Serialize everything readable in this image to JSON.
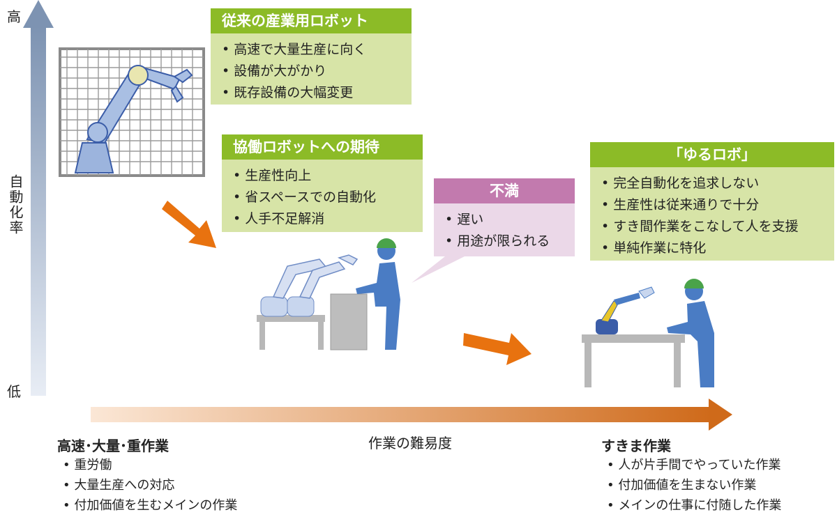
{
  "y_axis": {
    "title": "自動化率",
    "high": "高",
    "low": "低"
  },
  "x_axis": {
    "title": "作業の難易度"
  },
  "boxes": {
    "traditional": {
      "title": "従来の産業用ロボット",
      "items": [
        "高速で大量生産に向く",
        "設備が大がかり",
        "既存設備の大幅変更"
      ]
    },
    "cobot": {
      "title": "協働ロボットへの期待",
      "items": [
        "生産性向上",
        "省スペースでの自動化",
        "人手不足解消"
      ]
    },
    "dissatisfaction": {
      "title": "不満",
      "items": [
        "遅い",
        "用途が限られる"
      ]
    },
    "yururobo": {
      "title": "「ゆるロボ」",
      "items": [
        "完全自動化を追求しない",
        "生産性は従来通りで十分",
        "すき間作業をこなして人を支援",
        "単純作業に特化"
      ]
    }
  },
  "categories": {
    "left": {
      "title": "高速･大量･重作業",
      "items": [
        "重労働",
        "大量生産への対応",
        "付加価値を生むメインの作業"
      ]
    },
    "right": {
      "title": "すきま作業",
      "items": [
        "人が片手間でやっていた作業",
        "付加価値を生まない作業",
        "メインの仕事に付随した作業"
      ]
    }
  },
  "colors": {
    "green_header": "#8cbb27",
    "green_body": "#d7e4a7",
    "pink_header": "#c27aae",
    "pink_body": "#ebd8e8",
    "orange_arrow": "#e8720f",
    "robot_blue": "#4a7cc4",
    "worker_blue": "#4a7cc4",
    "helmet_green": "#4aa34a",
    "table_gray": "#b8b8b8"
  }
}
